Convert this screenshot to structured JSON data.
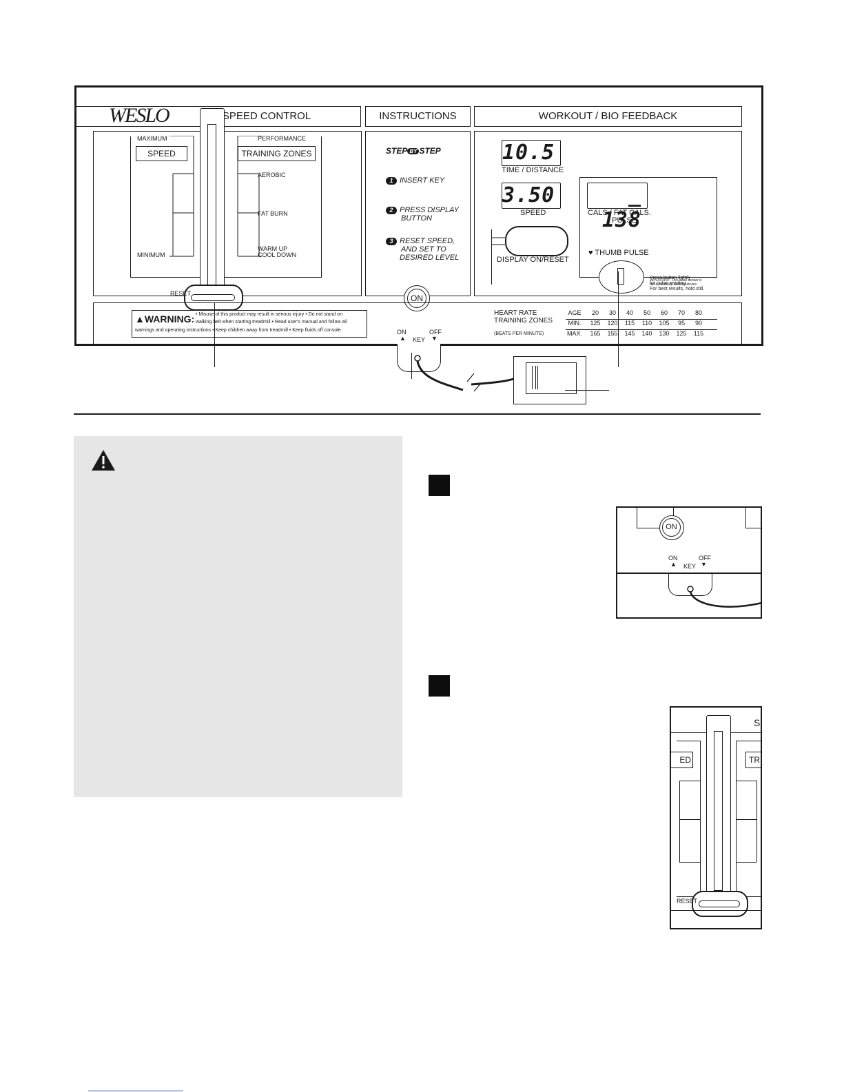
{
  "console": {
    "brand": "WESLO",
    "headers": {
      "speed_control": "SPEED CONTROL",
      "instructions": "INSTRUCTIONS",
      "workout": "WORKOUT / BIO FEEDBACK"
    },
    "speed_panel": {
      "maximum": "MAXIMUM",
      "minimum": "MINIMUM",
      "speed_box": "SPEED",
      "training_zones_box": "TRAINING ZONES",
      "performance": "PERFORMANCE",
      "aerobic": "AEROBIC",
      "fat_burn": "FAT BURN",
      "warm_up": "WARM UP",
      "cool_down": "COOL DOWN",
      "reset": "RESET"
    },
    "instructions_panel": {
      "step_logo_left": "STEP",
      "step_logo_mid": "BY",
      "step_logo_right": "STEP",
      "steps": [
        {
          "n": "1",
          "line1": "INSERT KEY",
          "line2": ""
        },
        {
          "n": "2",
          "line1": "PRESS DISPLAY",
          "line2": "BUTTON"
        },
        {
          "n": "3",
          "line1": "RESET SPEED,",
          "line2": "AND SET TO",
          "line3": "DESIRED LEVEL"
        }
      ],
      "on_button": "ON"
    },
    "workout_panel": {
      "time_distance_value": "10.5",
      "time_distance_label": "TIME / DISTANCE",
      "speed_value": "3.50",
      "speed_label": "SPEED",
      "display_button_label": "DISPLAY ON/RESET",
      "cals_value": "_ 138",
      "cals_label1": "CALS./ FAT CALS.",
      "cals_label2": "/ PULSE",
      "thumb_pulse": "THUMB PULSE",
      "pulse_note1": "Press button lightly",
      "pulse_note2": "for pulse reading.",
      "pulse_note3": "For best results, hold still.",
      "important1": "IMPORTANT: This pulse sensor is",
      "important2": "not a medically certified device."
    },
    "warning": {
      "title": "WARNING:",
      "line1": "• Misuse of this product may result in serious injury • Do not stand on",
      "line2": "walking belt when starting treadmill • Read user's manual and follow all",
      "line3": "warnings and operating instructions • Keep children away from treadmill • Keep fluids off console"
    },
    "key": {
      "on": "ON",
      "off": "OFF",
      "key": "KEY"
    },
    "heart_rate": {
      "title1": "HEART RATE",
      "title2": "TRAINING ZONES",
      "subtitle": "(BEATS PER MINUTE)",
      "row_labels": [
        "AGE",
        "MIN.",
        "MAX."
      ],
      "ages": [
        "20",
        "30",
        "40",
        "50",
        "60",
        "70",
        "80"
      ],
      "min": [
        "125",
        "120",
        "115",
        "110",
        "105",
        "95",
        "90"
      ],
      "max": [
        "165",
        "155",
        "145",
        "140",
        "130",
        "125",
        "115"
      ]
    }
  },
  "inset1": {
    "on_button": "ON",
    "on": "ON",
    "off": "OFF",
    "key": "KEY"
  },
  "inset2": {
    "speed_partial": "ED",
    "zones_partial": "TR",
    "header_partial": "S",
    "reset": "RESET"
  }
}
